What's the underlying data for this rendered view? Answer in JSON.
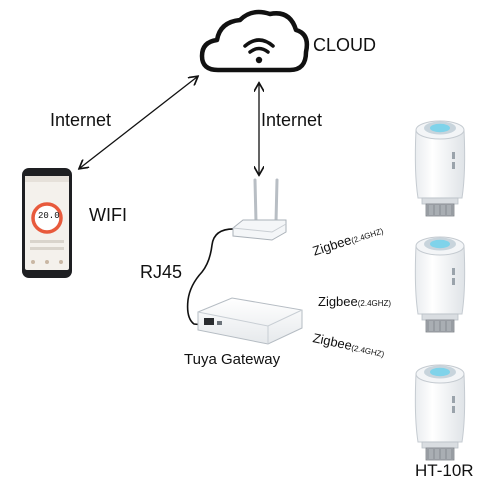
{
  "nodes": {
    "cloud": {
      "label": "CLOUD",
      "icon": "cloud-wifi-icon"
    },
    "phone": {
      "label": "WIFI",
      "screen_value": "20.0",
      "icon": "smartphone-icon"
    },
    "router": {
      "icon": "wifi-router-icon"
    },
    "gateway": {
      "label": "Tuya Gateway",
      "icon": "gateway-box-icon"
    },
    "valves": {
      "label": "HT-10R",
      "count": 3,
      "icon": "thermostatic-valve-icon"
    }
  },
  "edges": {
    "phone_cloud": {
      "label": "Internet"
    },
    "router_cloud": {
      "label": "Internet"
    },
    "gateway_router": {
      "label": "RJ45"
    },
    "zigbee": [
      {
        "main": "Zigbee",
        "sub": "(2.4GHZ)"
      },
      {
        "main": "Zigbee",
        "sub": "(2.4GHZ)"
      },
      {
        "main": "Zigbee",
        "sub": "(2.4GHZ)"
      }
    ]
  },
  "colors": {
    "line": "#111111",
    "valve_ring": "#c8d4dc",
    "valve_screen": "#7fd3ea",
    "phone_dial": "#e85a3c"
  }
}
